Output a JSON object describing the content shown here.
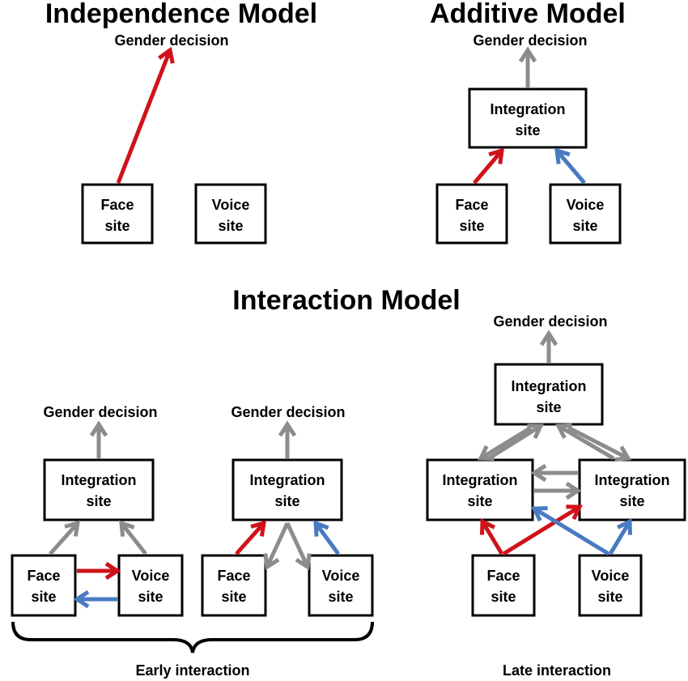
{
  "colors": {
    "face": "#d0121b",
    "voice": "#4a7ac2",
    "neutral": "#8c8c8c",
    "box_border": "#000000"
  },
  "titles": {
    "independence": "Independence Model",
    "additive": "Additive Model",
    "interaction": "Interaction Model"
  },
  "labels": {
    "gender_decision": "Gender decision",
    "early_interaction": "Early interaction",
    "late_interaction": "Late interaction"
  },
  "nodes": {
    "face_site": [
      "Face",
      "site"
    ],
    "voice_site": [
      "Voice",
      "site"
    ],
    "integration_site": [
      "Integration",
      "site"
    ]
  }
}
